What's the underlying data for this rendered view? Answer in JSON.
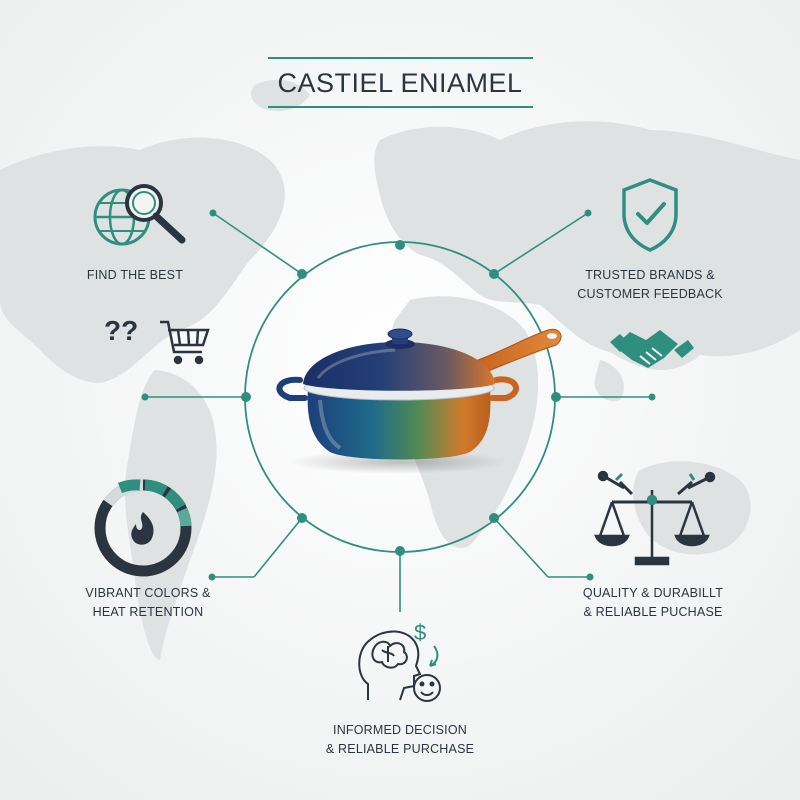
{
  "title": "CASTIEL ENIAMEL",
  "features": {
    "find_best": "FIND THE BEST",
    "trusted_line1": "TRUSTED BRANDS &",
    "trusted_line2": "CUSTOMER FEEDBACK",
    "vibrant_line1": "VIBRANT COLORS &",
    "vibrant_line2": "HEAT RETENTION",
    "quality_line1": "QUALITY & DURABILLT",
    "quality_line2": "& RELIABLE PUCHASE",
    "informed_line1": "INFORMED DECISION",
    "informed_line2": "& RELIABLE PURCHASE"
  },
  "icons": {
    "question": "??",
    "dollar": "$"
  },
  "colors": {
    "accent": "#2f8f7f",
    "dark": "#2b3540",
    "pot_blue": "#1f4f8a",
    "pot_orange": "#d9772a"
  }
}
